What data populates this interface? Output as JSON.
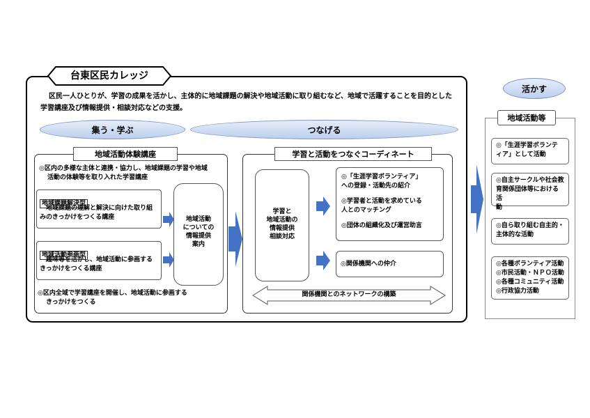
{
  "college": {
    "title": "台東区民カレッジ",
    "intro_line1": "区民一人ひとりが、学習の成果を活かし、主体的に地域課題の解決や地域活動に取り組むなど、地域で活躍することを目的とした",
    "intro_line2": "学習講座及び情報提供・相談対応などの支援。"
  },
  "sections": {
    "gather": "集う・学ぶ",
    "connect": "つなげる",
    "utilize": "活かす"
  },
  "experience": {
    "title": "地域活動体験講座",
    "desc_line1": "◎区内の多様な主体と連携・協力し、地域課題の学習や地域",
    "desc_line2": "活動の体験等を取り入れた学習講座",
    "type1_tag": "地域課題解決型",
    "type1_line1": "地域課題の理解と解決に向けた取り組",
    "type1_line2": "みのきっかけをつくる講座",
    "type2_tag": "地域活動参画型",
    "type2_line1": "趣味等を活かし、地域活動に参画する",
    "type2_line2": "きっかけをつくる講座",
    "info_line1": "地域活動",
    "info_line2": "についての",
    "info_line3": "情報提供",
    "info_line4": "案内",
    "bottom_line1": "◎区内全域で学習講座を開催し、地域活動に参画する",
    "bottom_line2": "きっかけをつくる"
  },
  "coordinate": {
    "title": "学習と活動をつなぐコーディネート",
    "center_line1": "学習と",
    "center_line2": "地域活動の",
    "center_line3": "情報提供",
    "center_line4": "相談対応",
    "item1_line1": "◎「生涯学習ボランティア」",
    "item1_line2": "への登録・活動先の紹介",
    "item2_line1": "◎学習者と活動を求めている",
    "item2_line2": "人とのマッチング",
    "item3": "◎団体の組織化及び運営助言",
    "item4": "◎関係機関への仲介",
    "network": "関係機関とのネットワークの構築"
  },
  "activities": {
    "title": "地域活動等",
    "box1_line1": "◎「生涯学習ボランテ",
    "box1_line2": "ィア」として活動",
    "box2_line1": "◎自主サークルや社会教",
    "box2_line2": "育関係団体等における活",
    "box2_line3": "動",
    "box3_line1": "◎自ら取り組む自主的・",
    "box3_line2": "主体的な活動",
    "box4_line1": "◎各種ボランティア活動",
    "box4_line2": "◎市民活動・ＮＰＯ活動",
    "box4_line3": "◎各種コミュニティ活動",
    "box4_line4": "◎行政協力活動"
  },
  "colors": {
    "arrow": "#4472c4",
    "ellipse_light": "#e6eef9",
    "ellipse_dark": "#bccfee"
  }
}
